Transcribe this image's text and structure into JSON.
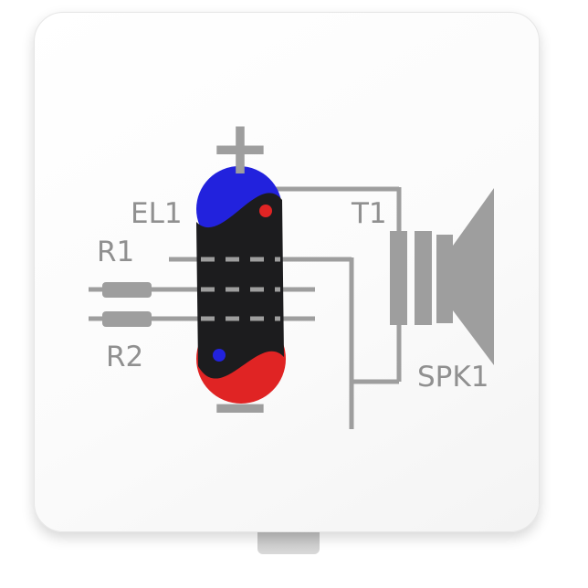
{
  "product": {
    "name": "square magnet with circuit diagram",
    "background_color": "#ffffff",
    "tile_color": "#fbfbfb",
    "backing_color": "#d0d0d0"
  },
  "diagram": {
    "labels": {
      "plus": "+",
      "minus": "−",
      "el1": "EL1",
      "r1": "R1",
      "r2": "R2",
      "t1": "T1",
      "spk1": "SPK1"
    },
    "colors": {
      "wire": "#9e9e9e",
      "component": "#9e9e9e",
      "label": "#909090",
      "element_black": "#1c1c1e",
      "element_blue": "#2222dd",
      "element_red": "#e02424"
    },
    "components": [
      {
        "id": "EL1",
        "type": "element"
      },
      {
        "id": "R1",
        "type": "resistor"
      },
      {
        "id": "R2",
        "type": "resistor"
      },
      {
        "id": "T1",
        "type": "transformer"
      },
      {
        "id": "SPK1",
        "type": "speaker"
      }
    ]
  }
}
